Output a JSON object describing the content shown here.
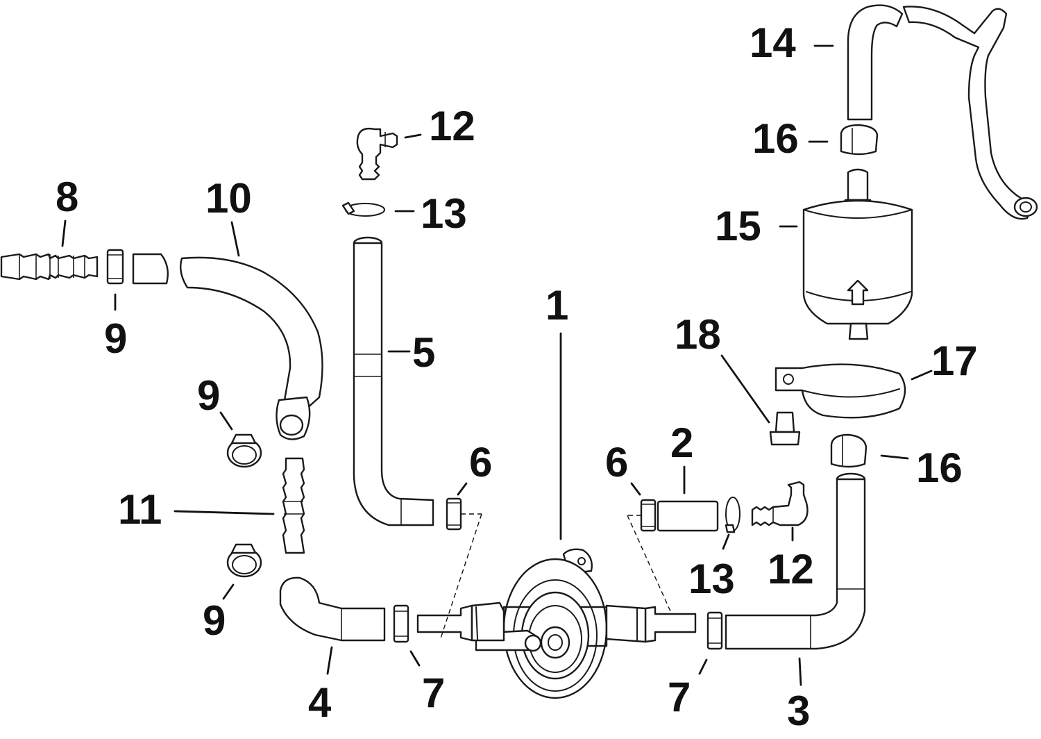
{
  "diagram": {
    "callouts": [
      {
        "id": "c1",
        "text": "1"
      },
      {
        "id": "c2",
        "text": "2"
      },
      {
        "id": "c3",
        "text": "3"
      },
      {
        "id": "c4",
        "text": "4"
      },
      {
        "id": "c5",
        "text": "5"
      },
      {
        "id": "c6a",
        "text": "6"
      },
      {
        "id": "c6b",
        "text": "6"
      },
      {
        "id": "c7a",
        "text": "7"
      },
      {
        "id": "c7b",
        "text": "7"
      },
      {
        "id": "c8",
        "text": "8"
      },
      {
        "id": "c9a",
        "text": "9"
      },
      {
        "id": "c9b",
        "text": "9"
      },
      {
        "id": "c9c",
        "text": "9"
      },
      {
        "id": "c10",
        "text": "10"
      },
      {
        "id": "c11",
        "text": "11"
      },
      {
        "id": "c12a",
        "text": "12"
      },
      {
        "id": "c12b",
        "text": "12"
      },
      {
        "id": "c13a",
        "text": "13"
      },
      {
        "id": "c13b",
        "text": "13"
      },
      {
        "id": "c14",
        "text": "14"
      },
      {
        "id": "c15",
        "text": "15"
      },
      {
        "id": "c16a",
        "text": "16"
      },
      {
        "id": "c16b",
        "text": "16"
      },
      {
        "id": "c17",
        "text": "17"
      },
      {
        "id": "c18",
        "text": "18"
      }
    ],
    "colors": {
      "line": "#1a1a1a",
      "background": "#ffffff"
    }
  }
}
